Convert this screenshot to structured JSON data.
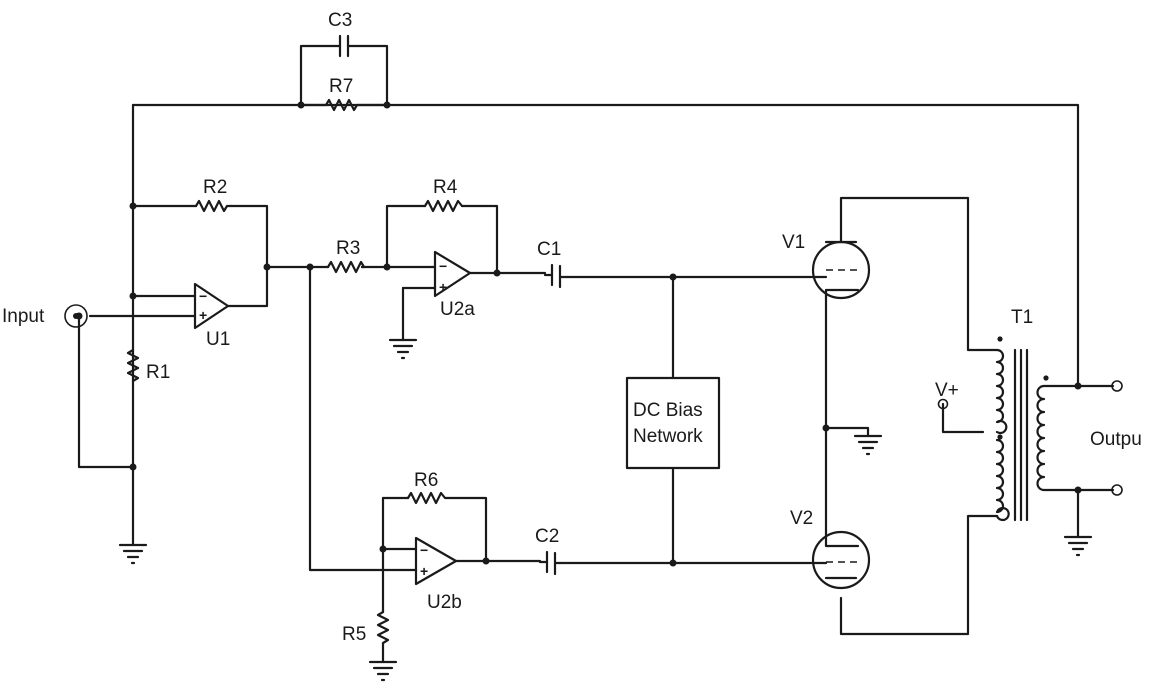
{
  "labels": {
    "input": "Input",
    "output": "Outpu",
    "vplus": "V+",
    "dc_bias_line1": "DC Bias",
    "dc_bias_line2": "Network"
  },
  "components": {
    "r1": "R1",
    "r2": "R2",
    "r3": "R3",
    "r4": "R4",
    "r5": "R5",
    "r6": "R6",
    "r7": "R7",
    "c1": "C1",
    "c2": "C2",
    "c3": "C3",
    "u1": "U1",
    "u2a": "U2a",
    "u2b": "U2b",
    "v1": "V1",
    "v2": "V2",
    "t1": "T1"
  },
  "opamp_pins": {
    "minus": "−",
    "plus": "+"
  }
}
